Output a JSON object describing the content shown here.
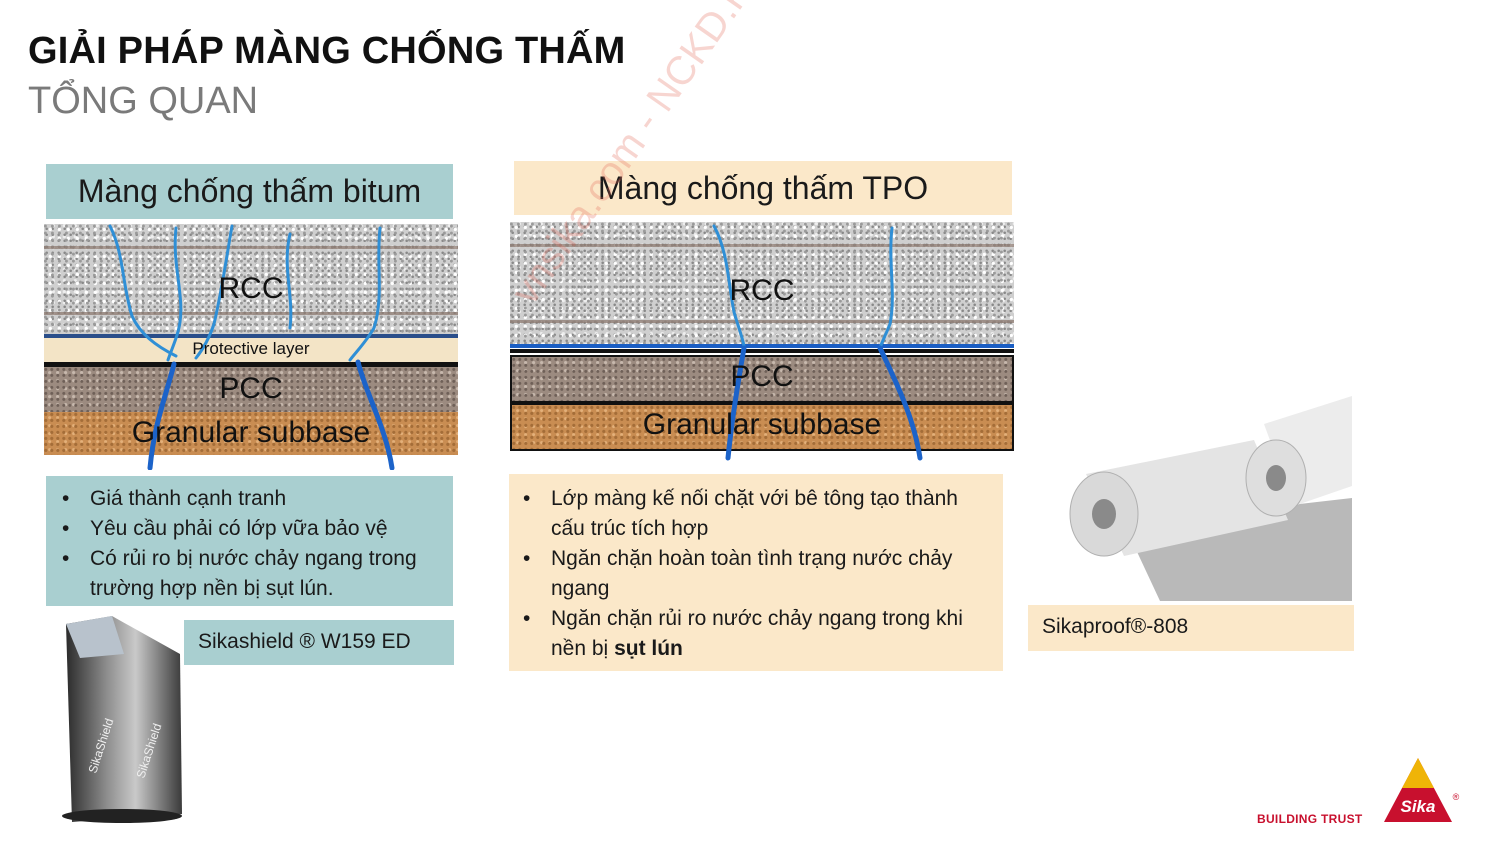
{
  "header": {
    "title": "GIẢI PHÁP MÀNG CHỐNG THẤM",
    "subtitle": "TỔNG QUAN"
  },
  "bitum": {
    "heading": "Màng chống thấm bitum",
    "layers": {
      "rcc": "RCC",
      "protective": "Protective layer",
      "pcc": "PCC",
      "granular": "Granular subbase"
    },
    "bullets": [
      "Giá thành cạnh tranh",
      "Yêu cầu phải có lớp vữa bảo vệ",
      "Có rủi ro bị nước chảy ngang trong trường hợp nền bị sụt lún."
    ],
    "product": "Sikashield ® W159 ED",
    "roll_text": "SikaShield"
  },
  "tpo": {
    "heading": "Màng chống thấm TPO",
    "layers": {
      "rcc": "RCC",
      "pcc": "PCC",
      "granular": "Granular subbase"
    },
    "bullets": [
      {
        "text": "Lớp màng kế nối chặt với bê tông tạo thành cấu trúc tích hợp"
      },
      {
        "text": "Ngăn chặn hoàn toàn tình trạng nước chảy ngang"
      },
      {
        "text_before": "Ngăn chặn rủi ro nước chảy ngang trong khi nền bị ",
        "text_bold": "sụt lún"
      }
    ],
    "product": "Sikaproof®-808"
  },
  "watermark": "vnsika.com - NCKD.PT",
  "footer": {
    "tagline": "BUILDING TRUST",
    "logo_text": "Sika",
    "logo_mark": "®"
  },
  "colors": {
    "teal_box": "#a9cfd0",
    "cream_box": "#fbe8c9",
    "crack_blue": "#2f8fd6",
    "sika_red": "#c8102e"
  }
}
